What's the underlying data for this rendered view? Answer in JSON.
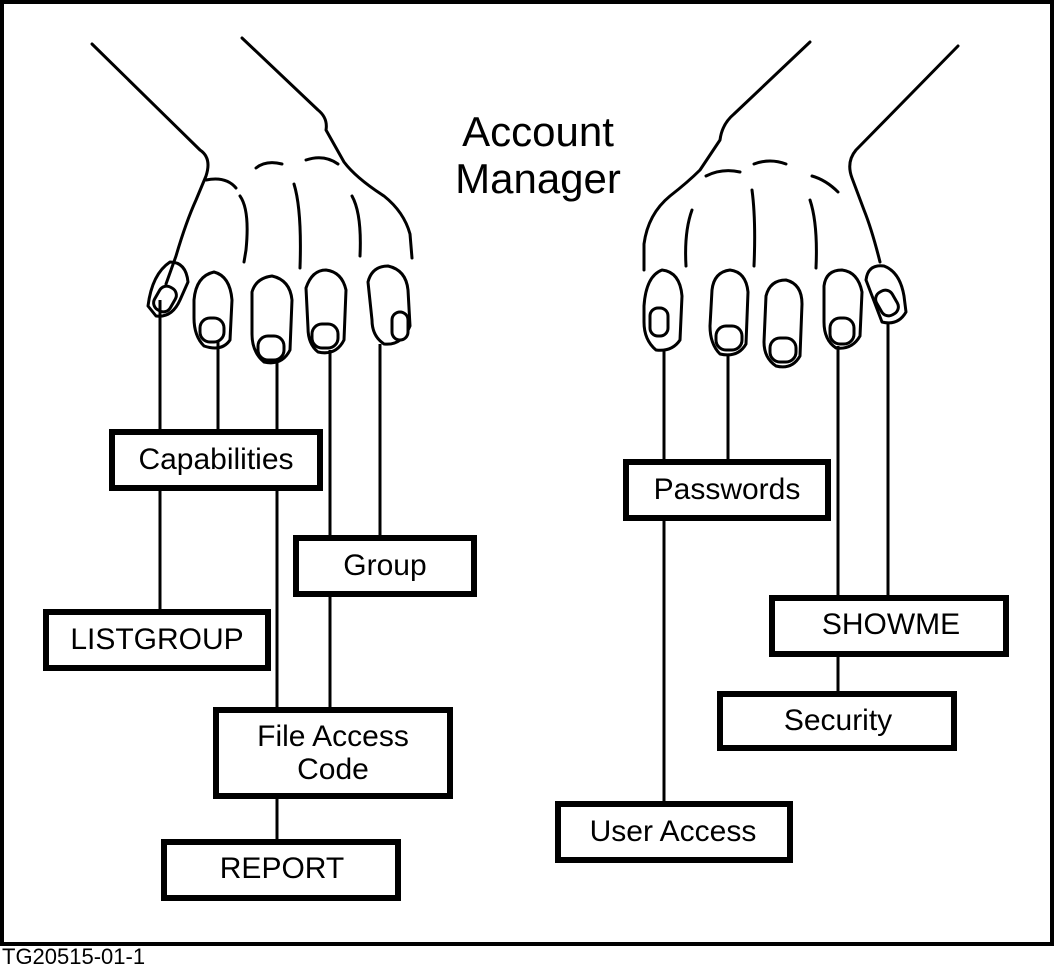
{
  "title_line1": "Account",
  "title_line2": "Manager",
  "figure_id": "TG20515-01-1",
  "boxes": {
    "capabilities": "Capabilities",
    "listgroup": "LISTGROUP",
    "group": "Group",
    "file_access_line1": "File Access",
    "file_access_line2": "Code",
    "report": "REPORT",
    "passwords": "Passwords",
    "showme": "SHOWME",
    "security": "Security",
    "user_access": "User Access"
  }
}
